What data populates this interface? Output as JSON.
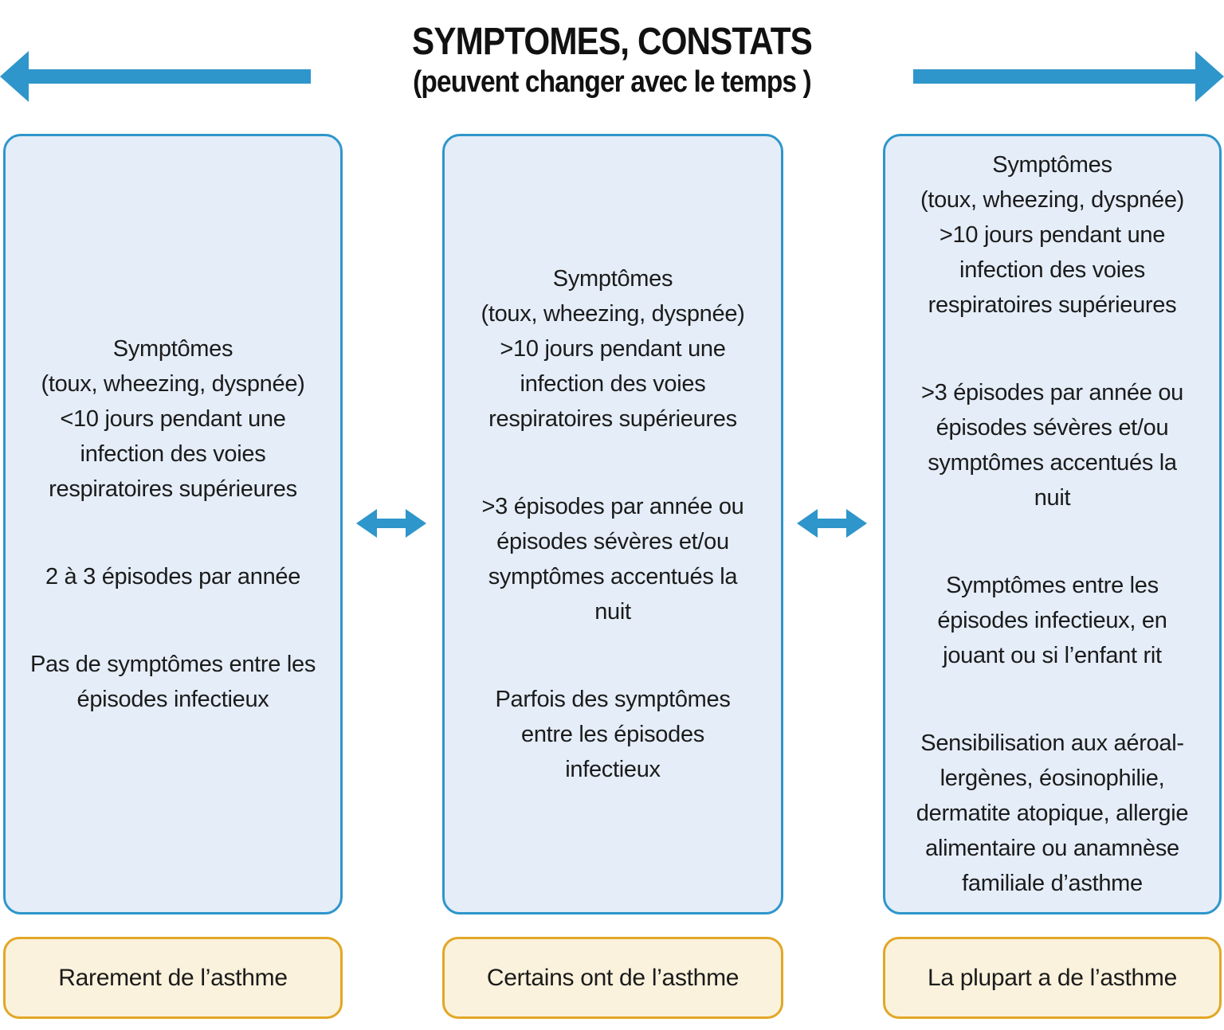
{
  "title": {
    "line1": "SYMPTOMES, CONSTATS",
    "line2": "(peuvent changer avec le temps )"
  },
  "colors": {
    "arrow_blue": "#2E96CB",
    "box_border_blue": "#2E96CB",
    "box_fill_blue": "#E4EDF8",
    "label_border_gold": "#E2A727",
    "label_fill_cream": "#FAF2DC",
    "text": "#1B1B1B"
  },
  "icons": {
    "left": "arrow-left-icon",
    "right": "arrow-right-icon",
    "between": "double-headed-arrow-icon"
  },
  "columns": [
    {
      "paragraphs": [
        "Symptômes\n(toux, wheezing, dyspnée)\n<10 jours pendant une\ninfection des voies\nrespiratoires supérieures",
        "2 à 3 épisodes par année",
        "Pas de symptômes entre les\népisodes infectieux"
      ],
      "label": "Rarement de l’asthme"
    },
    {
      "paragraphs": [
        "Symptômes\n(toux, wheezing, dyspnée)\n>10 jours pendant une\ninfection des voies\nrespiratoires supérieures",
        ">3 épisodes par année ou\népisodes sévères et/ou\nsymptômes accentués la\nnuit",
        "Parfois des symptômes\nentre les épisodes\ninfectieux"
      ],
      "label": "Certains ont de l’asthme"
    },
    {
      "paragraphs": [
        "Symptômes\n(toux, wheezing, dyspnée)\n>10 jours pendant une\ninfection des voies\nrespiratoires supérieures",
        ">3 épisodes par année ou\népisodes sévères et/ou\nsymptômes accentués la\nnuit",
        "Symptômes entre les\népisodes infectieux, en\njouant ou si l’enfant rit",
        "Sensibilisation aux aéroal-\nlergènes, éosinophilie,\ndermatite atopique, allergie\nalimentaire ou anamnèse\nfamiliale d’asthme"
      ],
      "label": "La plupart a de l’asthme"
    }
  ]
}
